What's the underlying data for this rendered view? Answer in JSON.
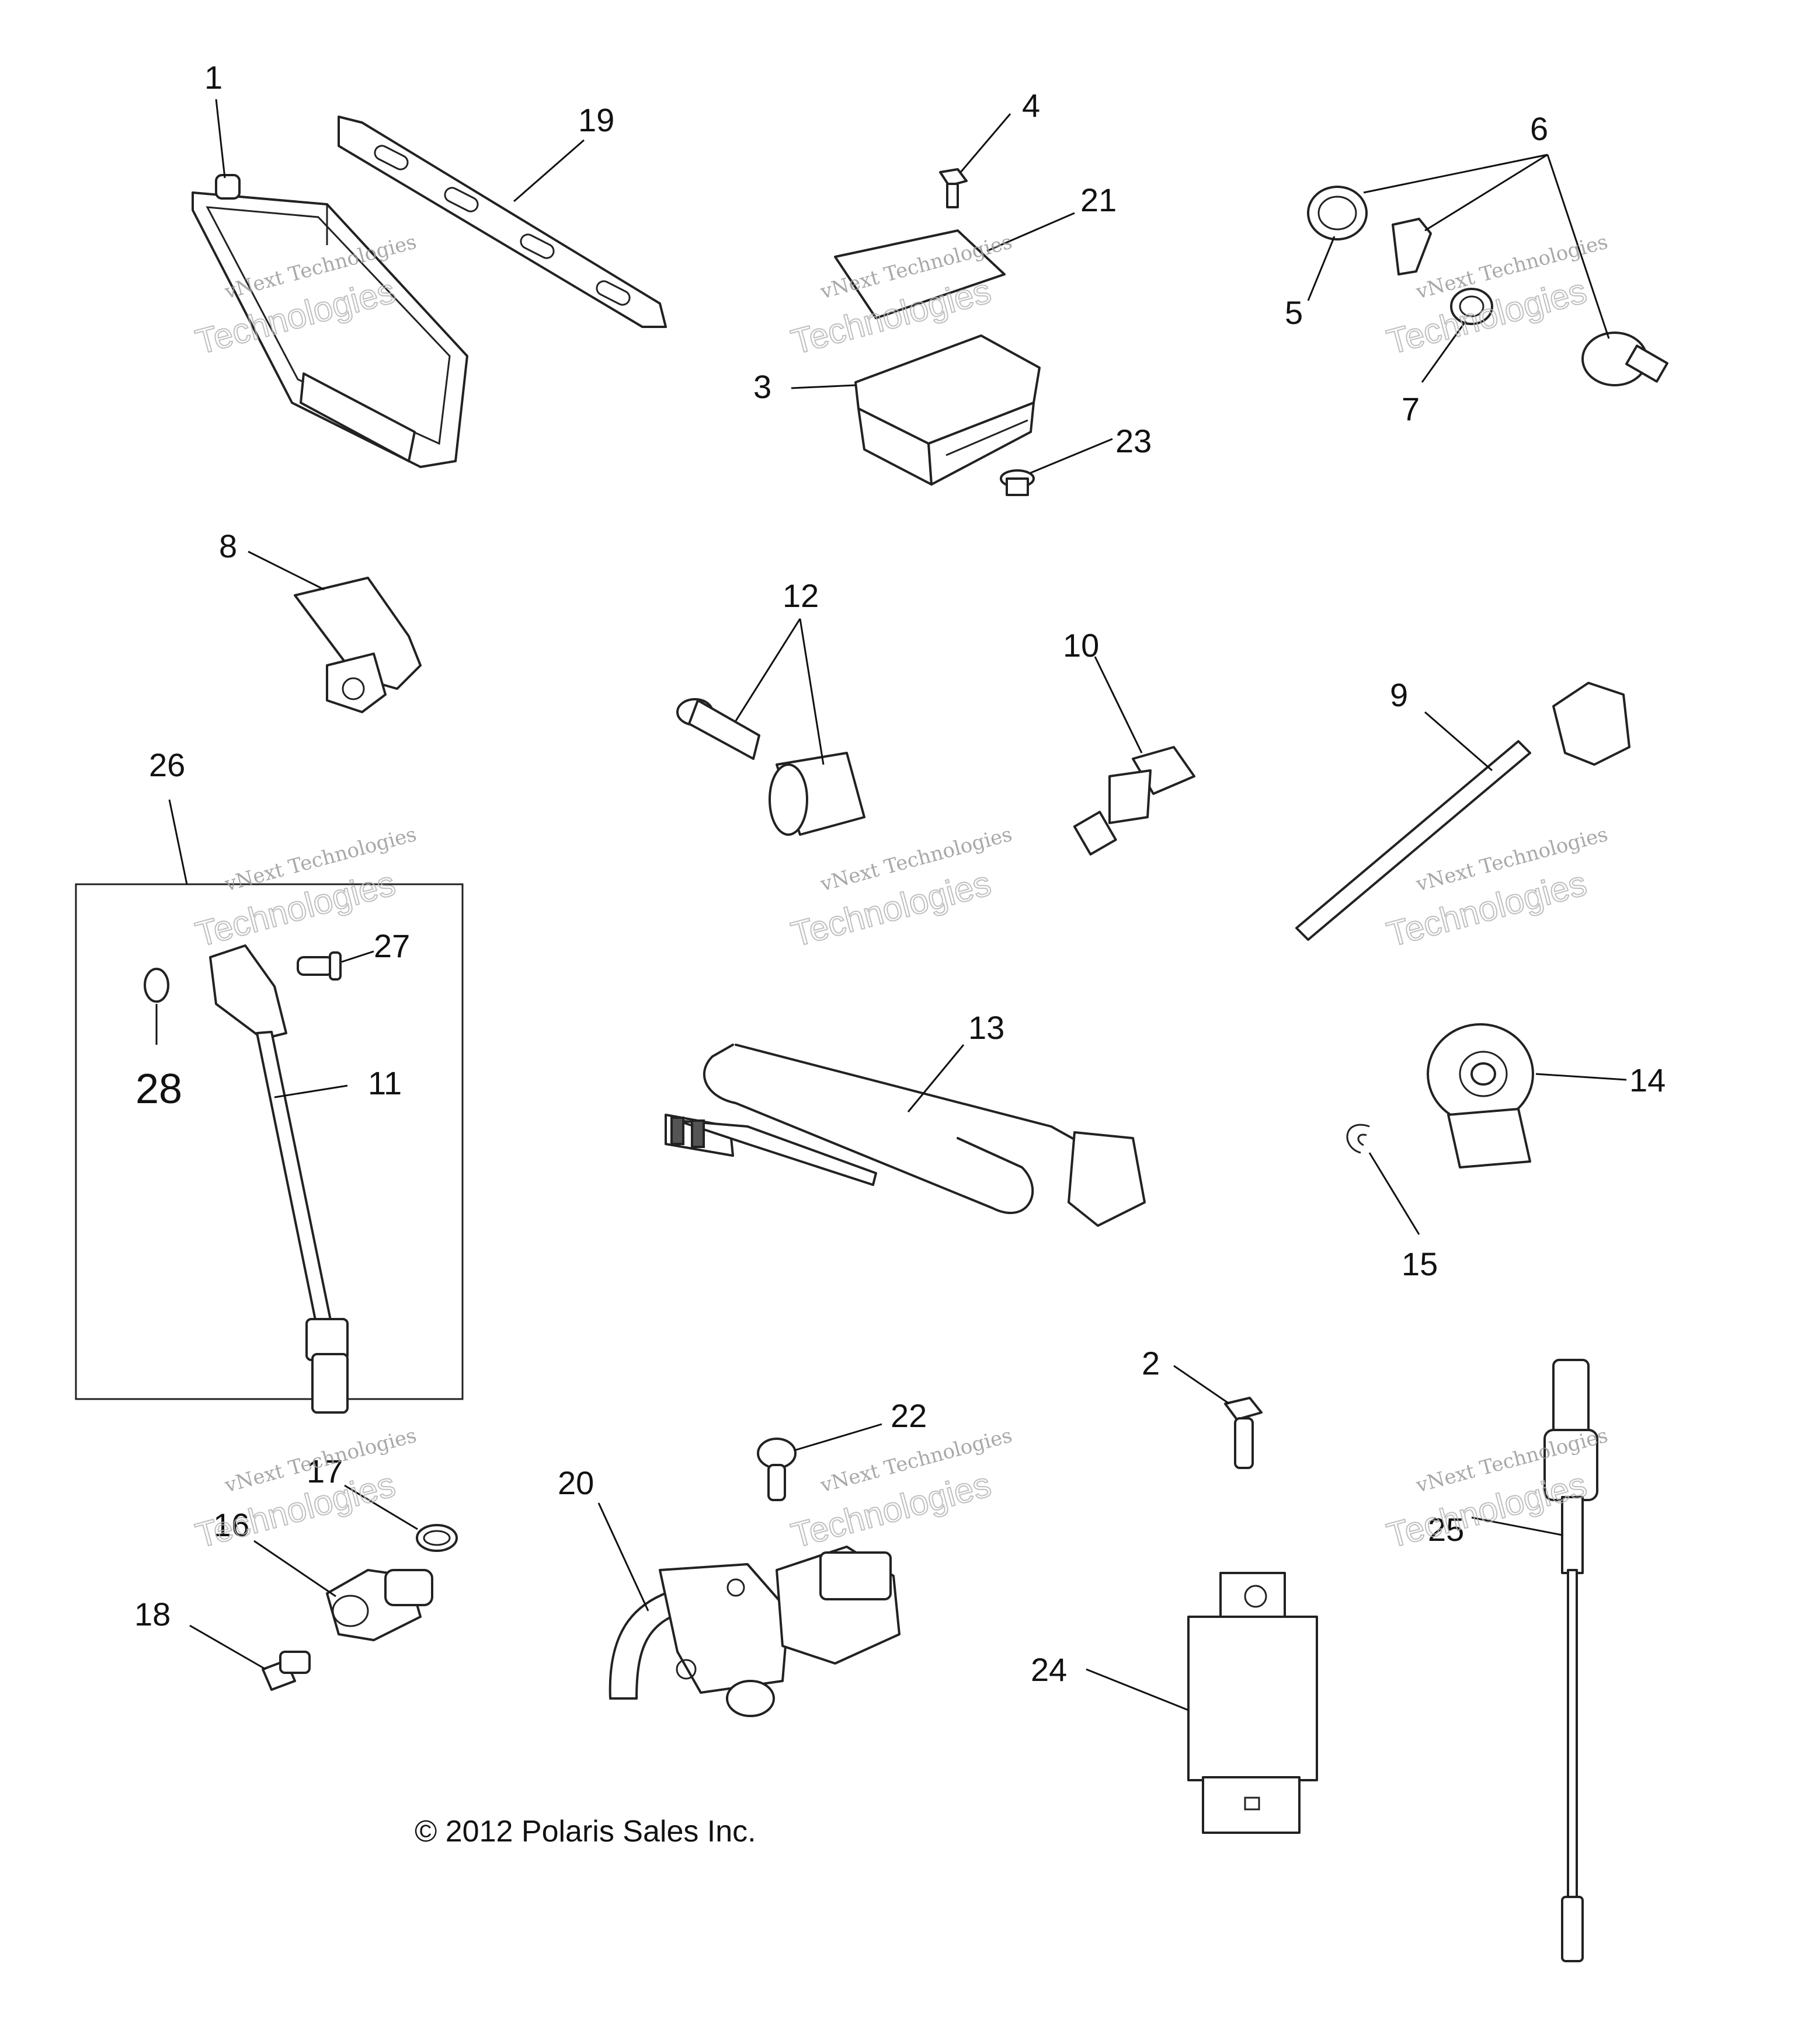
{
  "callouts": {
    "c1": "1",
    "c2": "2",
    "c3": "3",
    "c4": "4",
    "c5": "5",
    "c6": "6",
    "c7": "7",
    "c8": "8",
    "c9": "9",
    "c10": "10",
    "c11": "11",
    "c12": "12",
    "c13": "13",
    "c14": "14",
    "c15": "15",
    "c16": "16",
    "c17": "17",
    "c18": "18",
    "c19": "19",
    "c20": "20",
    "c21": "21",
    "c22": "22",
    "c23": "23",
    "c24": "24",
    "c25": "25",
    "c26": "26",
    "c27": "27",
    "c28": "28"
  },
  "watermark": {
    "line1": "vNext Technologies",
    "line2": "Technologies"
  },
  "copyright": "© 2012 Polaris Sales Inc."
}
